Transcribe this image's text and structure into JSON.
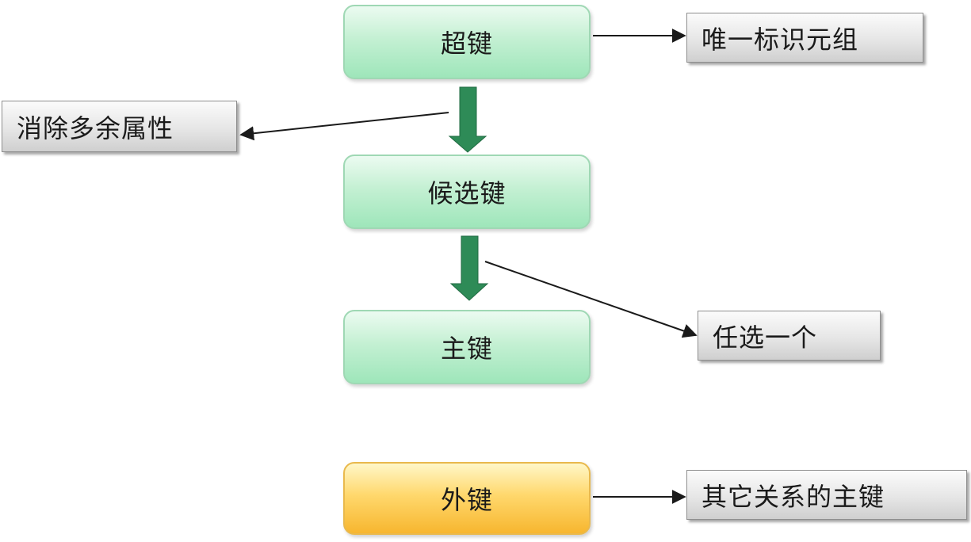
{
  "nodes": {
    "superkey": "超键",
    "candidate_key": "候选键",
    "primary_key": "主键",
    "foreign_key": "外键"
  },
  "notes": {
    "unique_tuple": "唯一标识元组",
    "remove_redundant": "消除多余属性",
    "choose_one": "任选一个",
    "other_relation_pk": "其它关系的主键"
  },
  "colors": {
    "flow_arrow": "#2e8b57",
    "pointer_line": "#1a1a1a",
    "key_fill": "#b8edc9",
    "foreign_key_fill": "#ffd86d",
    "note_fill": "#e0e0e0"
  }
}
